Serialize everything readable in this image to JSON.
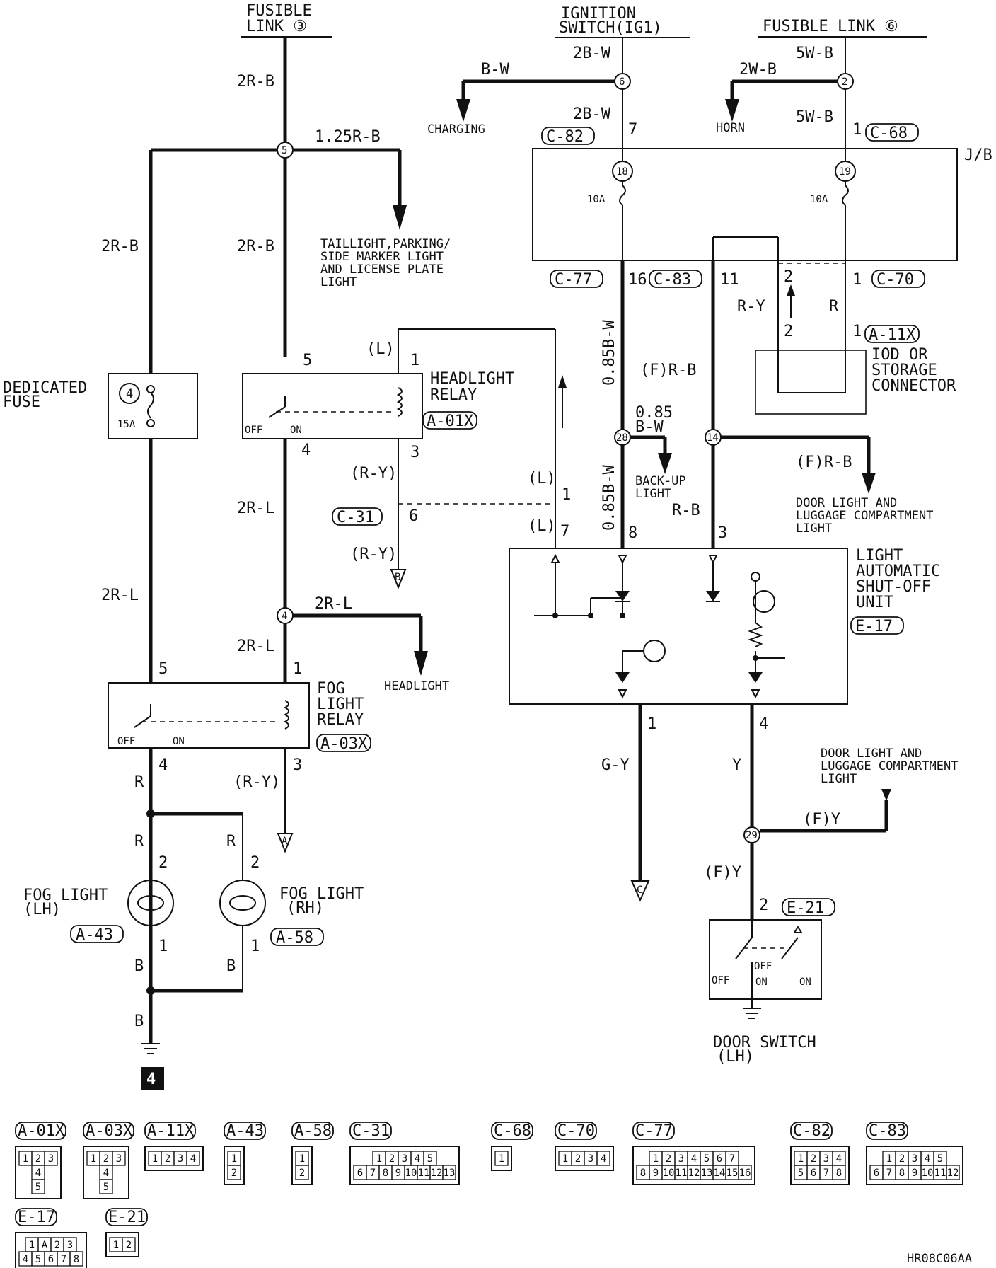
{
  "top": {
    "fusible_link_3": [
      "FUSIBLE",
      "LINK ③"
    ],
    "ignition_switch": [
      "IGNITION",
      "SWITCH(IG1)"
    ],
    "fusible_link_6": "FUSIBLE LINK ⑥"
  },
  "wires": {
    "w_2rb_top": "2R-B",
    "w_125rb": "1.25R-B",
    "w_2rb_left": "2R-B",
    "w_2rb_mid": "2R-B",
    "w_2bw_1": "2B-W",
    "w_bw": "B-W",
    "w_2bw_2": "2B-W",
    "w_2wb": "2W-B",
    "w_5wb_1": "5W-B",
    "w_5wb_2": "5W-B",
    "w_085bw_vert": "0.85B-W",
    "w_085bw_a": "0.85",
    "w_085bw_b": "B-W",
    "w_085bw_vert2": "0.85B-W",
    "w_frb_1": "(F)R-B",
    "w_frb_2": "(F)R-B",
    "w_rb": "R-B",
    "w_ry_1": "R-Y",
    "w_r_1": "R",
    "w_l_1": "(L)",
    "w_ry_2": "(R-Y)",
    "w_l_2": "(L)",
    "w_l_3": "(L)",
    "w_ry_3": "(R-Y)",
    "w_2rl_1": "2R-L",
    "w_2rl_left": "2R-L",
    "w_2rl_2": "2R-L",
    "w_2rl_3": "2R-L",
    "w_r_2": "R",
    "w_ry_4": "(R-Y)",
    "w_r_3": "R",
    "w_r_4": "R",
    "w_b_1": "B",
    "w_b_2": "B",
    "w_b_3": "B",
    "w_gy": "G-Y",
    "w_y": "Y",
    "w_fy_1": "(F)Y",
    "w_fy_2": "(F)Y"
  },
  "destinations": {
    "charging": "CHARGING",
    "horn": "HORN",
    "taillight": [
      "TAILLIGHT,PARKING/",
      "SIDE MARKER LIGHT",
      "AND LICENSE PLATE",
      "LIGHT"
    ],
    "backup": [
      "BACK-UP",
      "LIGHT"
    ],
    "door_light_1": [
      "DOOR LIGHT AND",
      "LUGGAGE COMPARTMENT",
      "LIGHT"
    ],
    "door_light_2": [
      "DOOR LIGHT AND",
      "LUGGAGE COMPARTMENT",
      "LIGHT"
    ],
    "headlight": "HEADLIGHT"
  },
  "components": {
    "jb": "J/B",
    "fuse18": "18",
    "fuse19": "19",
    "amp10a_1": "10A",
    "amp10a_2": "10A",
    "dedicated_fuse": [
      "DEDICATED",
      "FUSE"
    ],
    "fuse4": "4",
    "amp15a": "15A",
    "headlight_relay": [
      "HEADLIGHT",
      "RELAY"
    ],
    "fog_light_relay": [
      "FOG",
      "LIGHT",
      "RELAY"
    ],
    "iod": [
      "IOD OR",
      "STORAGE",
      "CONNECTOR"
    ],
    "shutoff": [
      "LIGHT",
      "AUTOMATIC",
      "SHUT-OFF",
      "UNIT"
    ],
    "fog_lh": [
      "FOG LIGHT",
      "(LH)"
    ],
    "fog_rh": [
      "FOG LIGHT",
      "(RH)"
    ],
    "door_switch": [
      "DOOR SWITCH",
      "(LH)"
    ],
    "off": "OFF",
    "on": "ON",
    "ground": "4"
  },
  "connectors": {
    "c82": "C-82",
    "c68": "C-68",
    "c77": "C-77",
    "c83": "C-83",
    "c70": "C-70",
    "a11x": "A-11X",
    "a01x": "A-01X",
    "c31": "C-31",
    "a03x": "A-03X",
    "e17": "E-17",
    "a43": "A-43",
    "a58": "A-58",
    "e21": "E-21"
  },
  "pins": {
    "p7": "7",
    "p1_c68": "1",
    "p16": "16",
    "p11": "11",
    "p2_c70": "2",
    "p1_c70": "1",
    "p2_a11": "2",
    "p1_a11": "1",
    "p5_hr": "5",
    "p1_hr": "1",
    "p4_hr": "4",
    "p3_hr": "3",
    "p6_c31": "6",
    "p1_l": "1",
    "p7_l": "7",
    "p8": "8",
    "p3_su": "3",
    "p5_fr": "5",
    "p1_fr": "1",
    "p4_fr": "4",
    "p3_fr": "3",
    "p2_lh": "2",
    "p1_lh": "1",
    "p2_rh": "2",
    "p1_rh": "1",
    "p1_su": "1",
    "p4_su": "4",
    "p2_ds": "2"
  },
  "nodes": {
    "n5": "5",
    "n6": "6",
    "n2": "2",
    "n28": "28",
    "n14": "14",
    "n4": "4",
    "n29": "29"
  },
  "offpage": {
    "a": "A",
    "b": "B",
    "c": "C"
  },
  "legend": {
    "items": [
      {
        "name": "A-01X",
        "cells": [
          [
            "1",
            "2",
            "3"
          ],
          [
            "4"
          ],
          [
            "5"
          ]
        ]
      },
      {
        "name": "A-03X",
        "cells": [
          [
            "1",
            "2",
            "3"
          ],
          [
            "4"
          ],
          [
            "5"
          ]
        ]
      },
      {
        "name": "A-11X",
        "cells": [
          [
            "1",
            "2",
            "3",
            "4"
          ]
        ]
      },
      {
        "name": "A-43",
        "cells": [
          [
            "1"
          ],
          [
            "2"
          ]
        ]
      },
      {
        "name": "A-58",
        "cells": [
          [
            "1"
          ],
          [
            "2"
          ]
        ]
      },
      {
        "name": "C-31",
        "cells": [
          [
            "1",
            "2",
            "3",
            "4",
            "5"
          ],
          [
            "6",
            "7",
            "8",
            "9",
            "10",
            "11",
            "12",
            "13"
          ]
        ]
      },
      {
        "name": "C-68",
        "cells": [
          [
            "1"
          ]
        ]
      },
      {
        "name": "C-70",
        "cells": [
          [
            "1",
            "2",
            "3",
            "4"
          ]
        ]
      },
      {
        "name": "C-77",
        "cells": [
          [
            "1",
            "2",
            "3",
            "4",
            "5",
            "6",
            "7"
          ],
          [
            "8",
            "9",
            "10",
            "11",
            "12",
            "13",
            "14",
            "15",
            "16"
          ]
        ]
      },
      {
        "name": "C-82",
        "cells": [
          [
            "1",
            "2",
            "3",
            "4"
          ],
          [
            "5",
            "6",
            "7",
            "8"
          ]
        ]
      },
      {
        "name": "C-83",
        "cells": [
          [
            "1",
            "2",
            "3",
            "4",
            "5"
          ],
          [
            "6",
            "7",
            "8",
            "9",
            "10",
            "11",
            "12"
          ]
        ]
      },
      {
        "name": "E-17",
        "cells": [
          [
            "1",
            "A",
            "2",
            "3"
          ],
          [
            "4",
            "5",
            "6",
            "7",
            "8"
          ]
        ]
      },
      {
        "name": "E-21",
        "cells": [
          [
            "1",
            "2"
          ]
        ]
      }
    ]
  },
  "code": "HR08C06AA"
}
